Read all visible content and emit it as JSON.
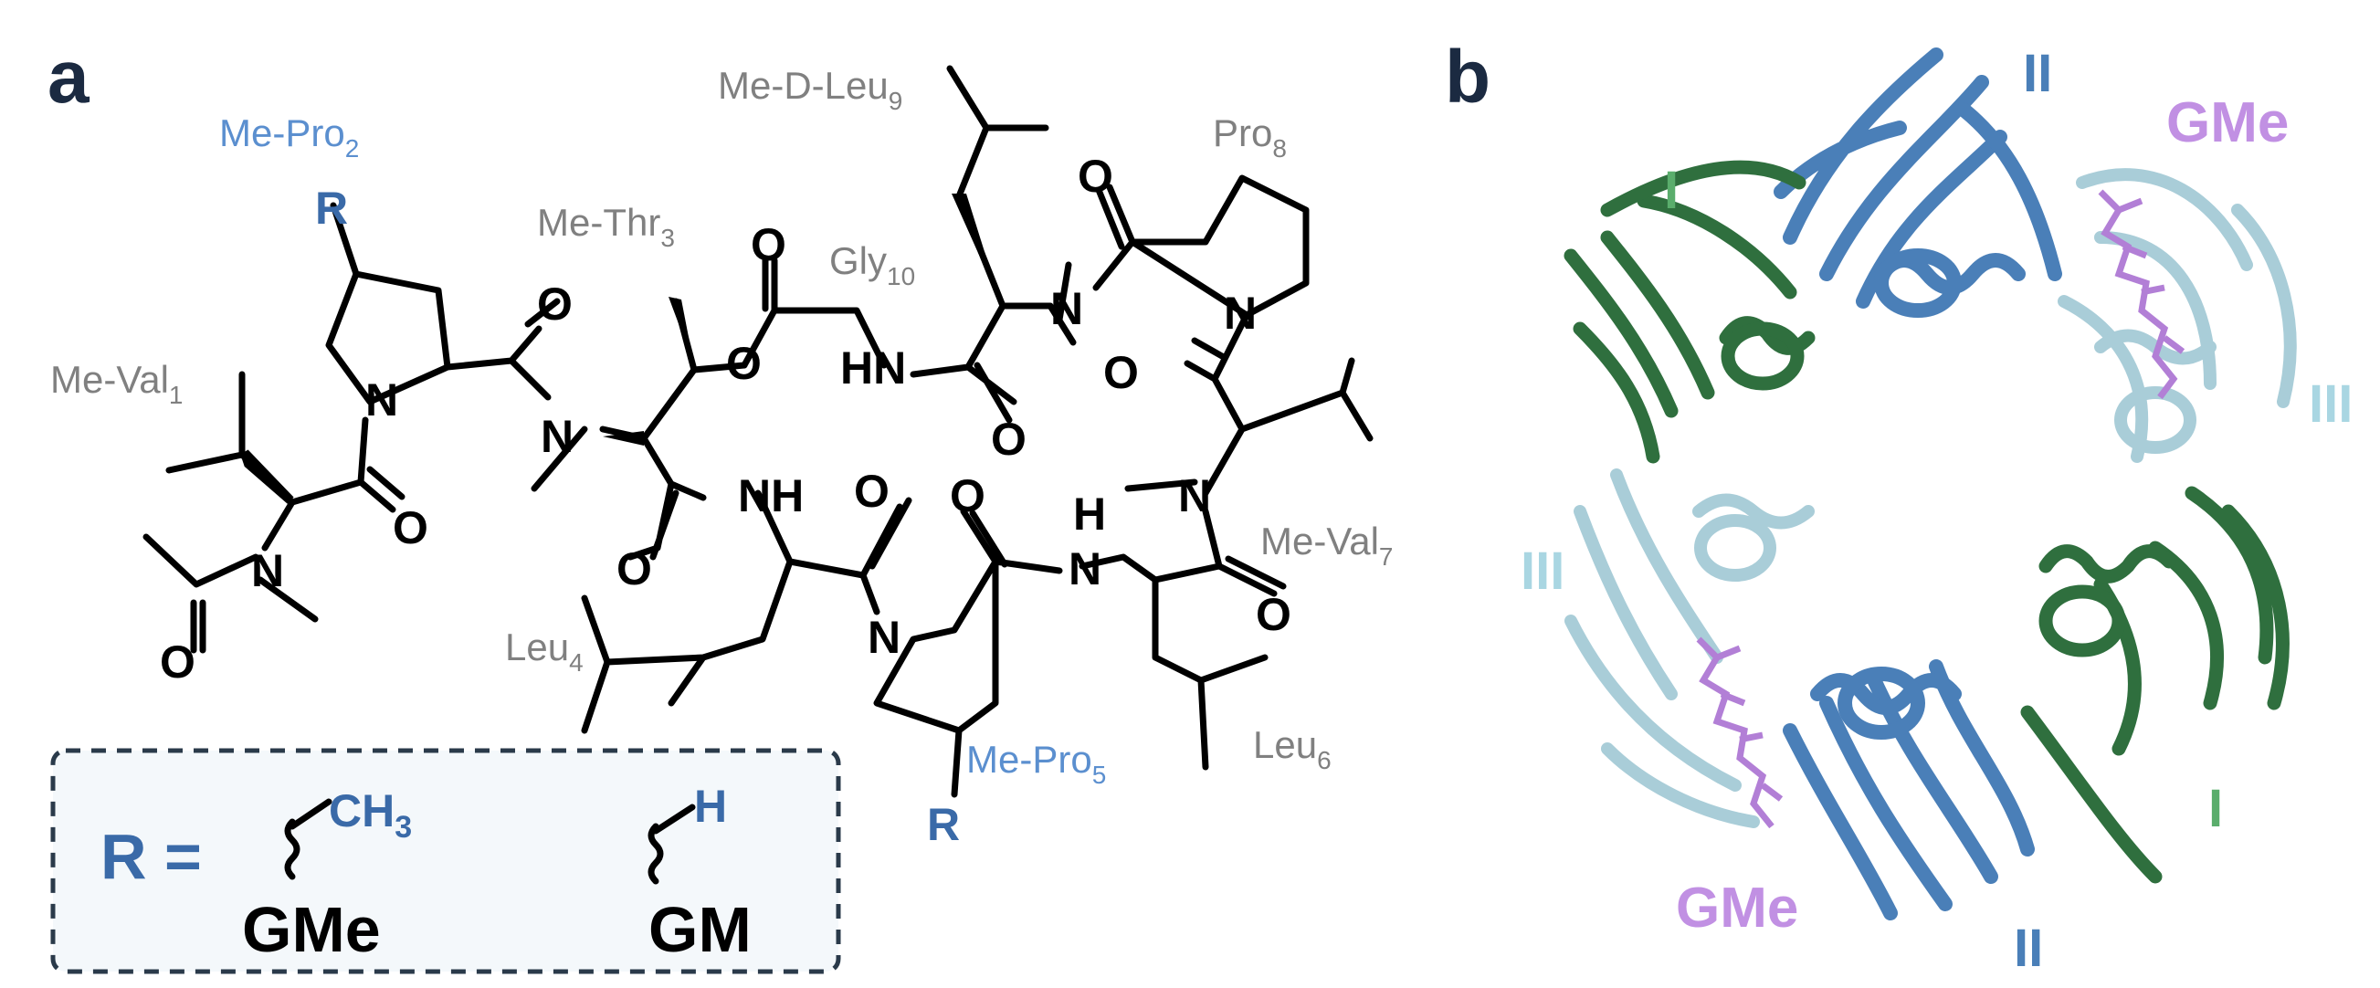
{
  "figure": {
    "panel_a": {
      "label": "a",
      "residues": {
        "me_val1": {
          "base": "Me-Val",
          "sub": "1"
        },
        "me_pro2": {
          "base": "Me-Pro",
          "sub": "2"
        },
        "me_thr3": {
          "base": "Me-Thr",
          "sub": "3"
        },
        "leu4": {
          "base": "Leu",
          "sub": "4"
        },
        "me_pro5": {
          "base": "Me-Pro",
          "sub": "5"
        },
        "leu6": {
          "base": "Leu",
          "sub": "6"
        },
        "me_val7": {
          "base": "Me-Val",
          "sub": "7"
        },
        "pro8": {
          "base": "Pro",
          "sub": "8"
        },
        "me_d_leu9": {
          "base": "Me-D-Leu",
          "sub": "9"
        },
        "gly10": {
          "base": "Gly",
          "sub": "10"
        }
      },
      "atoms": {
        "O": "O",
        "N": "N",
        "NH": "NH",
        "HN": "HN",
        "H": "H",
        "R": "R"
      },
      "legend": {
        "r_equals": "R =",
        "ch3": "CH",
        "ch3_sub": "3",
        "h": "H",
        "gme": "GMe",
        "gm": "GM"
      }
    },
    "panel_b": {
      "label": "b",
      "subunits": {
        "I": "I",
        "II": "II",
        "III": "III"
      },
      "ligand": "GMe"
    },
    "colors": {
      "subunit_I": "#2f6f3e",
      "subunit_II": "#4a7fb8",
      "subunit_III": "#a9cdd8",
      "ligand": "#b27fd6",
      "residue_label_gray": "#808080",
      "residue_label_blue": "#5b8fcf",
      "legend_bg": "#f4f8fb",
      "legend_border": "#2a3a4a"
    }
  }
}
